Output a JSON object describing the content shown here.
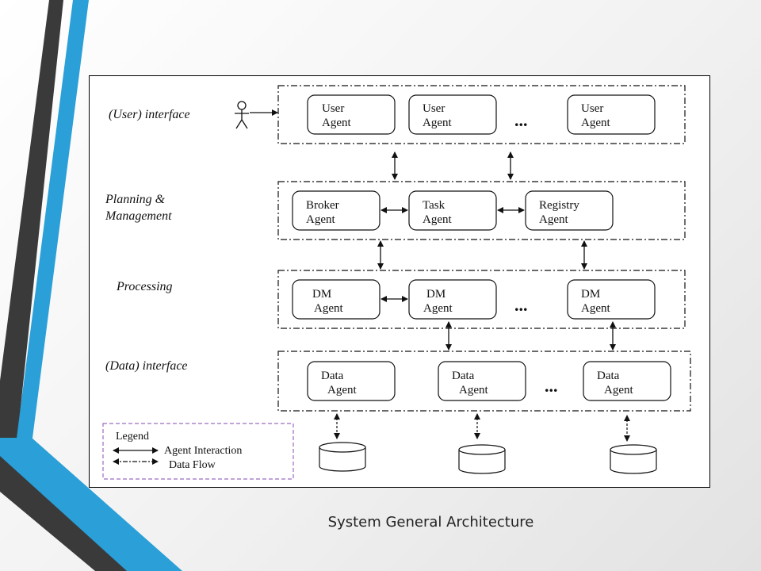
{
  "caption": "System General Architecture",
  "colors": {
    "stripe_dark": "#3a3a3a",
    "stripe_blue": "#2a9fd8",
    "legend_border": "#9b6cc0",
    "line": "#111111"
  },
  "diagram": {
    "layers": [
      {
        "label": "(User) interface",
        "agents": [
          [
            "User",
            "Agent"
          ],
          [
            "User",
            "Agent"
          ],
          [
            "User",
            "Agent"
          ]
        ],
        "has_ellipsis": true
      },
      {
        "label_lines": [
          "Planning &",
          "Management"
        ],
        "agents": [
          [
            "Broker",
            "Agent"
          ],
          [
            "Task",
            "Agent"
          ],
          [
            "Registry",
            "Agent"
          ]
        ],
        "has_ellipsis": false
      },
      {
        "label": "Processing",
        "agents": [
          [
            "DM",
            "Agent"
          ],
          [
            "DM",
            "Agent"
          ],
          [
            "DM",
            "Agent"
          ]
        ],
        "has_ellipsis": true
      },
      {
        "label": "(Data) interface",
        "agents": [
          [
            "Data",
            "Agent"
          ],
          [
            "Data",
            "Agent"
          ],
          [
            "Data",
            "Agent"
          ]
        ],
        "has_ellipsis": true
      }
    ],
    "ellipsis": "...",
    "user_icon": "stick-figure-icon",
    "database_icon": "database-cylinder-icon",
    "legend": {
      "title": "Legend",
      "items": [
        "Agent Interaction",
        "Data Flow"
      ]
    }
  }
}
